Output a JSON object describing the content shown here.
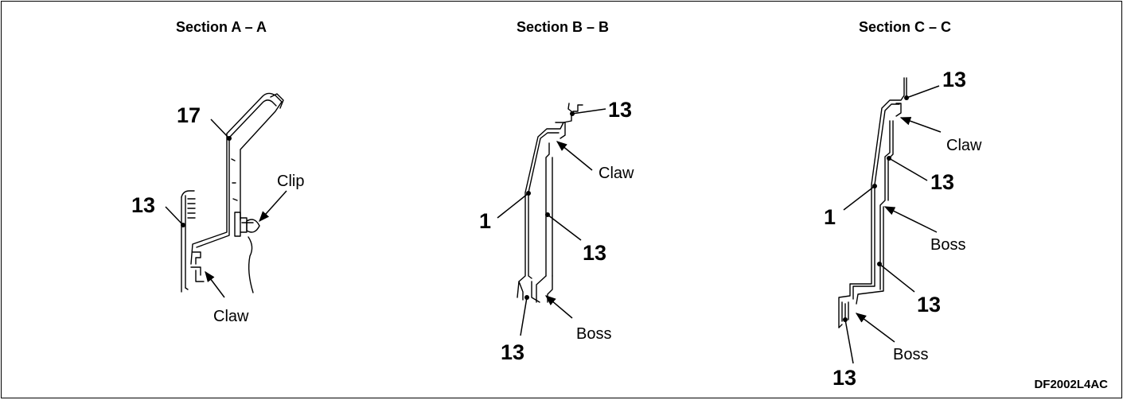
{
  "sections": [
    {
      "title": "Section A – A"
    },
    {
      "title": "Section B – B"
    },
    {
      "title": "Section C – C"
    }
  ],
  "labels": {
    "a_17": "17",
    "a_13": "13",
    "a_clip": "Clip",
    "a_claw": "Claw",
    "b_13_top": "13",
    "b_claw": "Claw",
    "b_1": "1",
    "b_13_mid": "13",
    "b_13_bot": "13",
    "b_boss": "Boss",
    "c_13_top": "13",
    "c_claw": "Claw",
    "c_13_upper": "13",
    "c_1": "1",
    "c_boss_mid": "Boss",
    "c_13_lower": "13",
    "c_boss_bot": "Boss",
    "c_13_bot": "13"
  },
  "figure_code": "DF2002L4AC"
}
